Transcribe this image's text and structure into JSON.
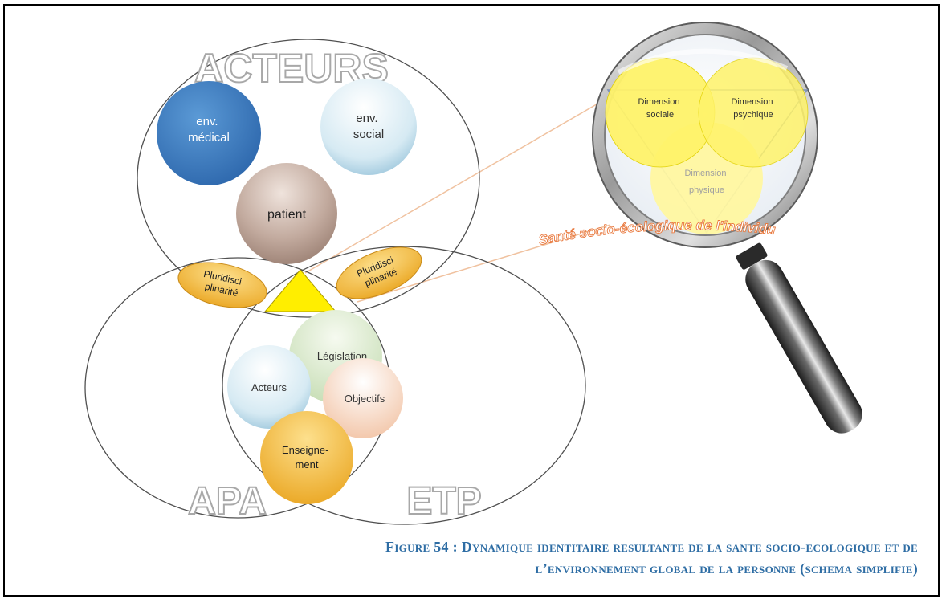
{
  "diagram": {
    "acteurs_title": "ACTEURS",
    "apa_title": "APA",
    "etp_title": "ETP",
    "env_medical": [
      "env.",
      "médical"
    ],
    "env_social": [
      "env.",
      "social"
    ],
    "patient": "patient",
    "pluri_left": [
      "Pluridisci",
      "plinarité"
    ],
    "pluri_right": [
      "Pluridisci",
      "plinarité"
    ],
    "legislation": "Législation",
    "acteurs_small": "Acteurs",
    "objectifs": "Objectifs",
    "enseignement": [
      "Enseigne-",
      "ment"
    ],
    "dim_sociale": [
      "Dimension",
      "sociale"
    ],
    "dim_psychique": [
      "Dimension",
      "psychique"
    ],
    "dim_physique": [
      "Dimension",
      "physique"
    ],
    "sante_label": "Santé socio-écologique de l'individu"
  },
  "caption": {
    "line1": "Figure 54 : Dynamique identitaire resultante de la sante socio-ecologique et de",
    "line2": "l’environnement global de la personne (schema simplifie)"
  },
  "colors": {
    "yellow": "#ffee00",
    "orange_ellipse": "#f4b52f",
    "caption_blue": "#2e6da4",
    "medical_blue": "#3e7dbf"
  }
}
